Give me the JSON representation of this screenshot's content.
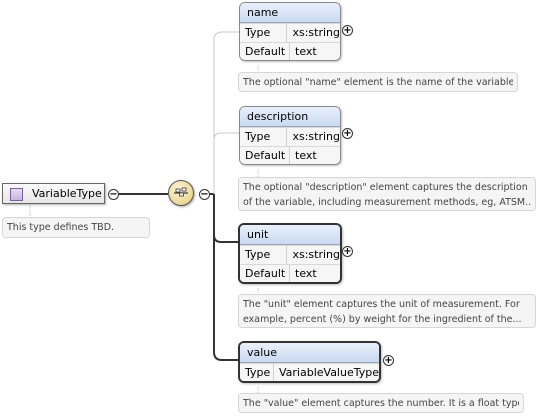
{
  "root": {
    "name": "VariableType",
    "description": "This type defines TBD."
  },
  "compositor": {
    "icon": "sequence-compositor-icon",
    "collapse": "−"
  },
  "elements": [
    {
      "name": "name",
      "rows": [
        {
          "key": "Type",
          "value": "xs:string"
        },
        {
          "key": "Default",
          "value": "text"
        }
      ],
      "annotation": [
        "The optional \"name\" element is the name of the variable."
      ],
      "required": false
    },
    {
      "name": "description",
      "rows": [
        {
          "key": "Type",
          "value": "xs:string"
        },
        {
          "key": "Default",
          "value": "text"
        }
      ],
      "annotation": [
        "The optional \"description\" element captures the description",
        "of the variable, including measurement methods, eg, ATSM..."
      ],
      "required": false
    },
    {
      "name": "unit",
      "rows": [
        {
          "key": "Type",
          "value": "xs:string"
        },
        {
          "key": "Default",
          "value": "text"
        }
      ],
      "annotation": [
        "The \"unit\" element captures the unit of measurement. For",
        "example, percent (%) by weight for the ingredient of the..."
      ],
      "required": true
    },
    {
      "name": "value",
      "rows": [
        {
          "key": "Type",
          "value": "VariableValueType"
        }
      ],
      "annotation": [
        "The \"value\" element captures the number. It is a float type."
      ],
      "required": true
    }
  ],
  "expand_symbol": "+",
  "collapse_symbol": "−"
}
